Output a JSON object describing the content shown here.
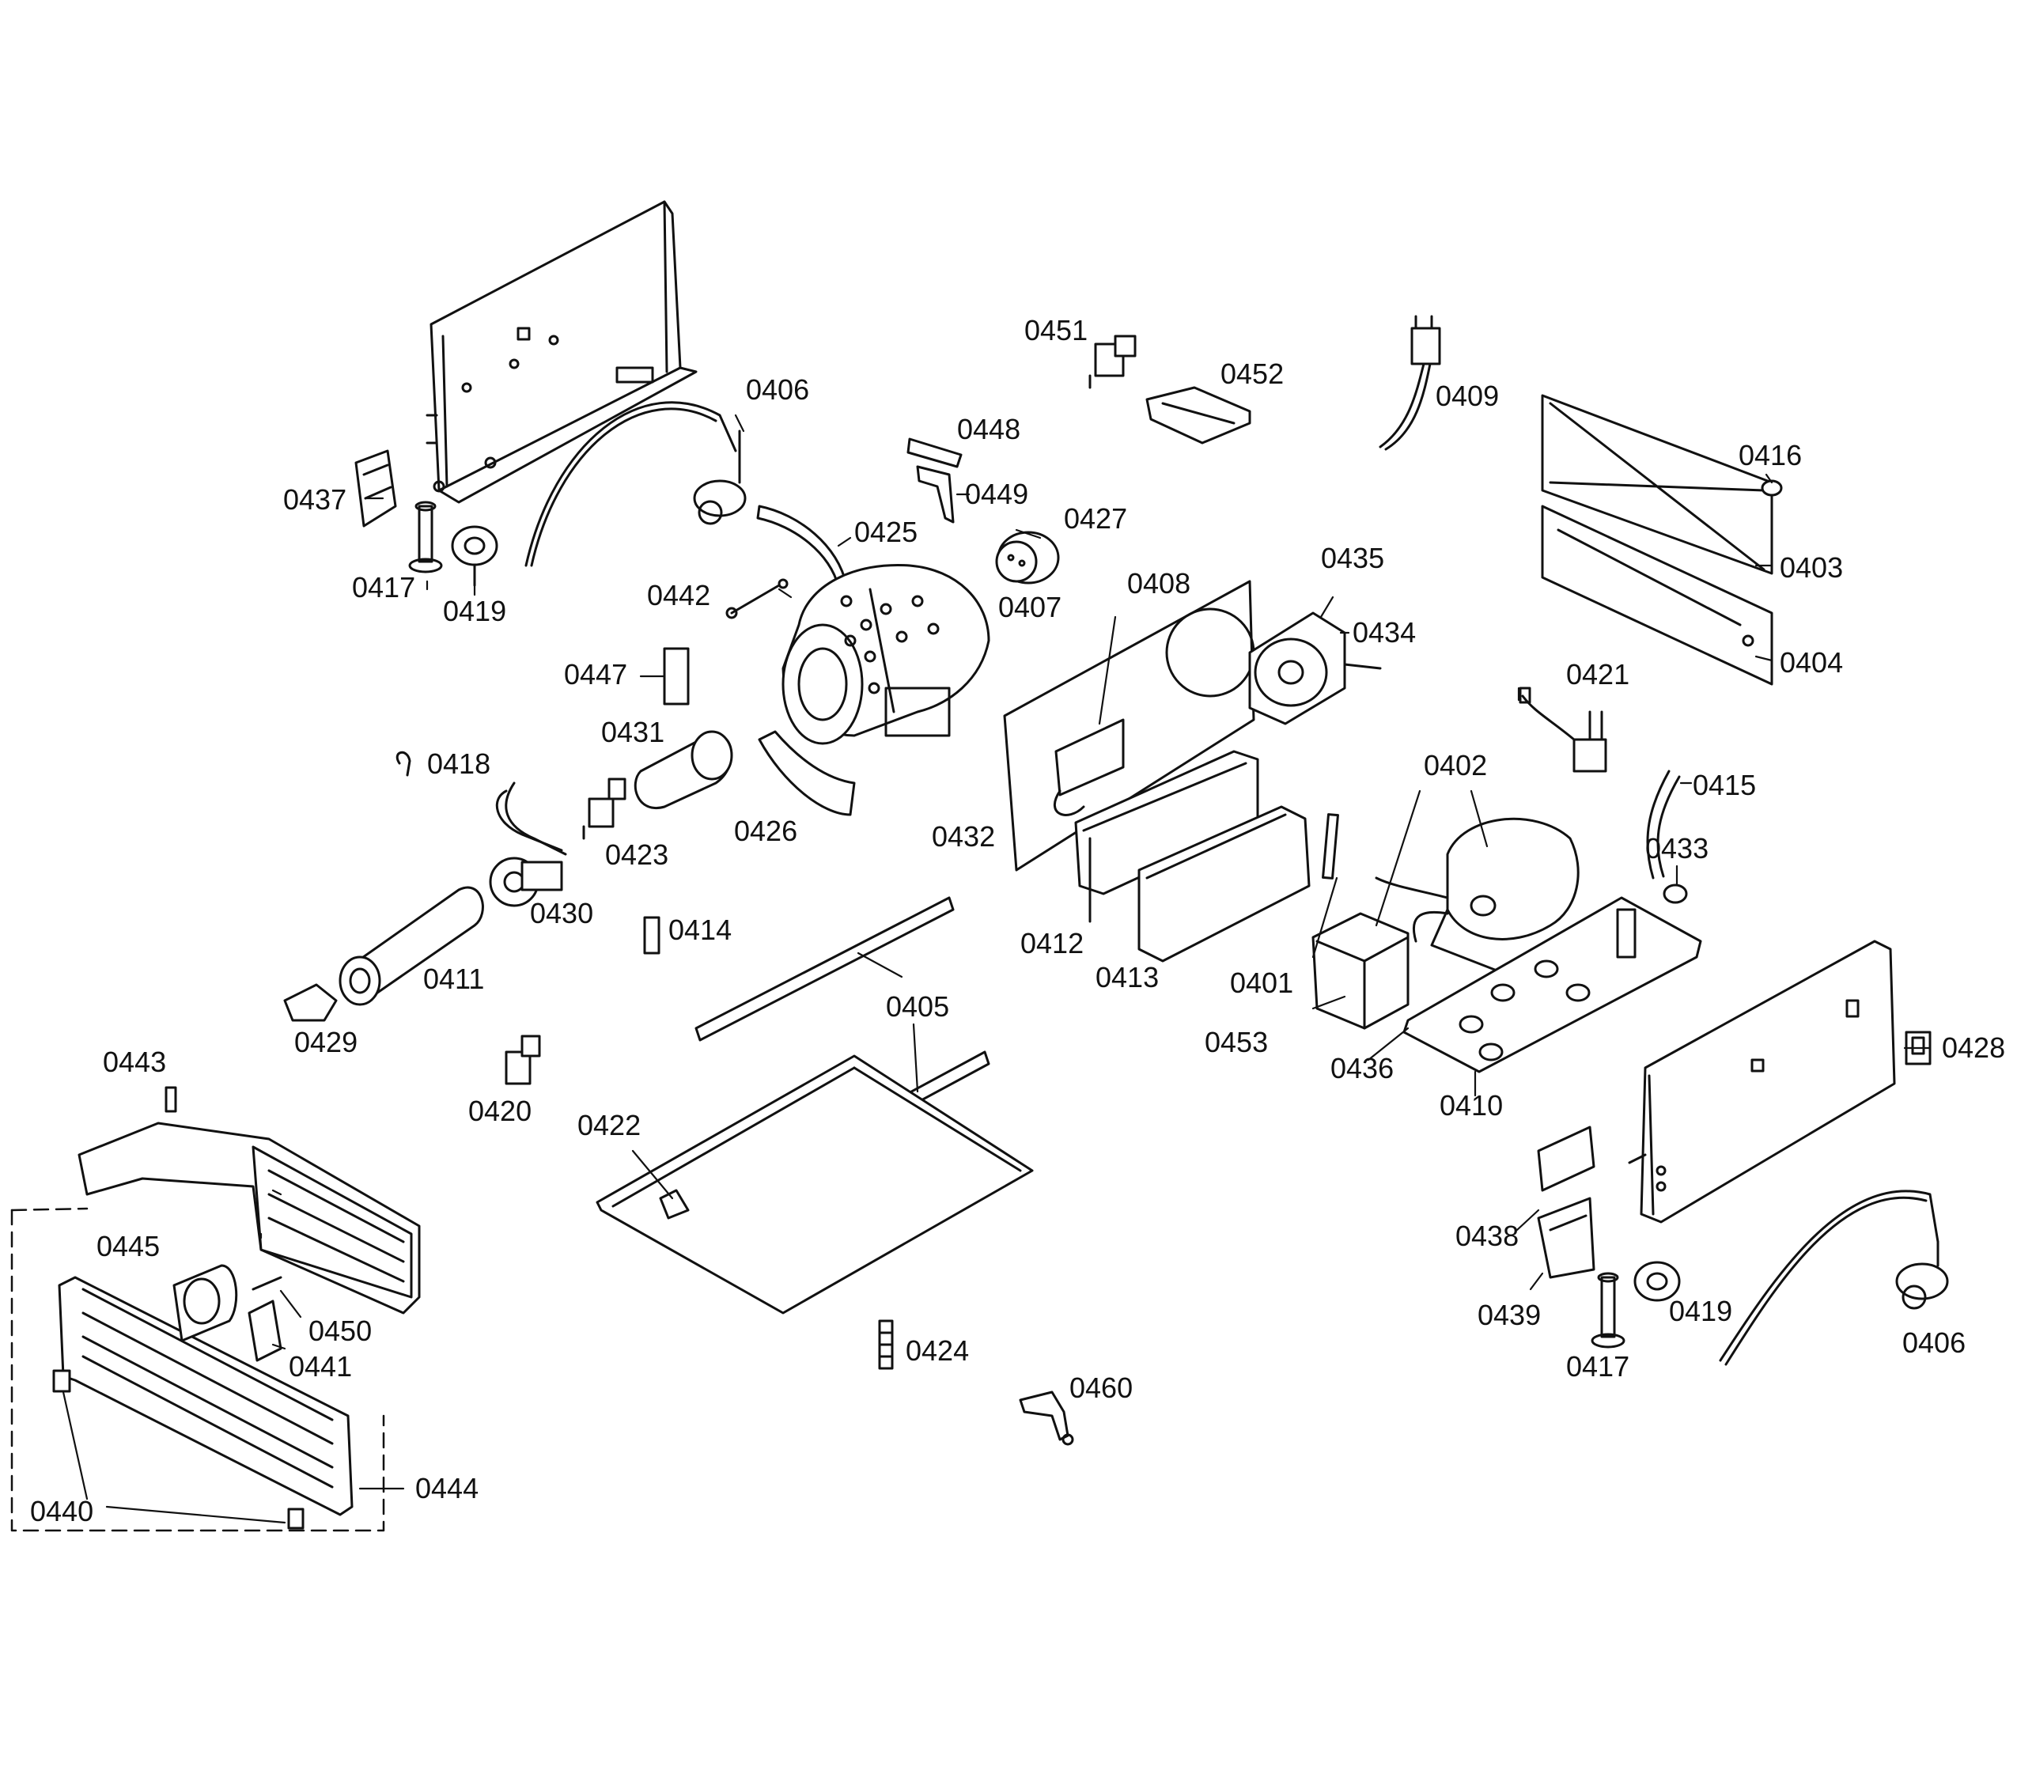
{
  "diagram": {
    "type": "exploded-parts-diagram",
    "line_color": "#111111",
    "background": "#ffffff",
    "labels": [
      {
        "id": "0401",
        "text": "0401"
      },
      {
        "id": "0402",
        "text": "0402"
      },
      {
        "id": "0403",
        "text": "0403"
      },
      {
        "id": "0404",
        "text": "0404"
      },
      {
        "id": "0405",
        "text": "0405"
      },
      {
        "id": "0406a",
        "text": "0406"
      },
      {
        "id": "0406b",
        "text": "0406"
      },
      {
        "id": "0407",
        "text": "0407"
      },
      {
        "id": "0408",
        "text": "0408"
      },
      {
        "id": "0409",
        "text": "0409"
      },
      {
        "id": "0410",
        "text": "0410"
      },
      {
        "id": "0411",
        "text": "0411"
      },
      {
        "id": "0412",
        "text": "0412"
      },
      {
        "id": "0413",
        "text": "0413"
      },
      {
        "id": "0414",
        "text": "0414"
      },
      {
        "id": "0415",
        "text": "0415"
      },
      {
        "id": "0416",
        "text": "0416"
      },
      {
        "id": "0417a",
        "text": "0417"
      },
      {
        "id": "0417b",
        "text": "0417"
      },
      {
        "id": "0418",
        "text": "0418"
      },
      {
        "id": "0419a",
        "text": "0419"
      },
      {
        "id": "0419b",
        "text": "0419"
      },
      {
        "id": "0420",
        "text": "0420"
      },
      {
        "id": "0421",
        "text": "0421"
      },
      {
        "id": "0422",
        "text": "0422"
      },
      {
        "id": "0423",
        "text": "0423"
      },
      {
        "id": "0424",
        "text": "0424"
      },
      {
        "id": "0425",
        "text": "0425"
      },
      {
        "id": "0426",
        "text": "0426"
      },
      {
        "id": "0427",
        "text": "0427"
      },
      {
        "id": "0428",
        "text": "0428"
      },
      {
        "id": "0429",
        "text": "0429"
      },
      {
        "id": "0430",
        "text": "0430"
      },
      {
        "id": "0431",
        "text": "0431"
      },
      {
        "id": "0432",
        "text": "0432"
      },
      {
        "id": "0433",
        "text": "0433"
      },
      {
        "id": "0434",
        "text": "0434"
      },
      {
        "id": "0435",
        "text": "0435"
      },
      {
        "id": "0436",
        "text": "0436"
      },
      {
        "id": "0437",
        "text": "0437"
      },
      {
        "id": "0438",
        "text": "0438"
      },
      {
        "id": "0439",
        "text": "0439"
      },
      {
        "id": "0440",
        "text": "0440"
      },
      {
        "id": "0441",
        "text": "0441"
      },
      {
        "id": "0442",
        "text": "0442"
      },
      {
        "id": "0443",
        "text": "0443"
      },
      {
        "id": "0444",
        "text": "0444"
      },
      {
        "id": "0445",
        "text": "0445"
      },
      {
        "id": "0447",
        "text": "0447"
      },
      {
        "id": "0448",
        "text": "0448"
      },
      {
        "id": "0449",
        "text": "0449"
      },
      {
        "id": "0450",
        "text": "0450"
      },
      {
        "id": "0451",
        "text": "0451"
      },
      {
        "id": "0452",
        "text": "0452"
      },
      {
        "id": "0453",
        "text": "0453"
      },
      {
        "id": "0460",
        "text": "0460"
      }
    ]
  }
}
